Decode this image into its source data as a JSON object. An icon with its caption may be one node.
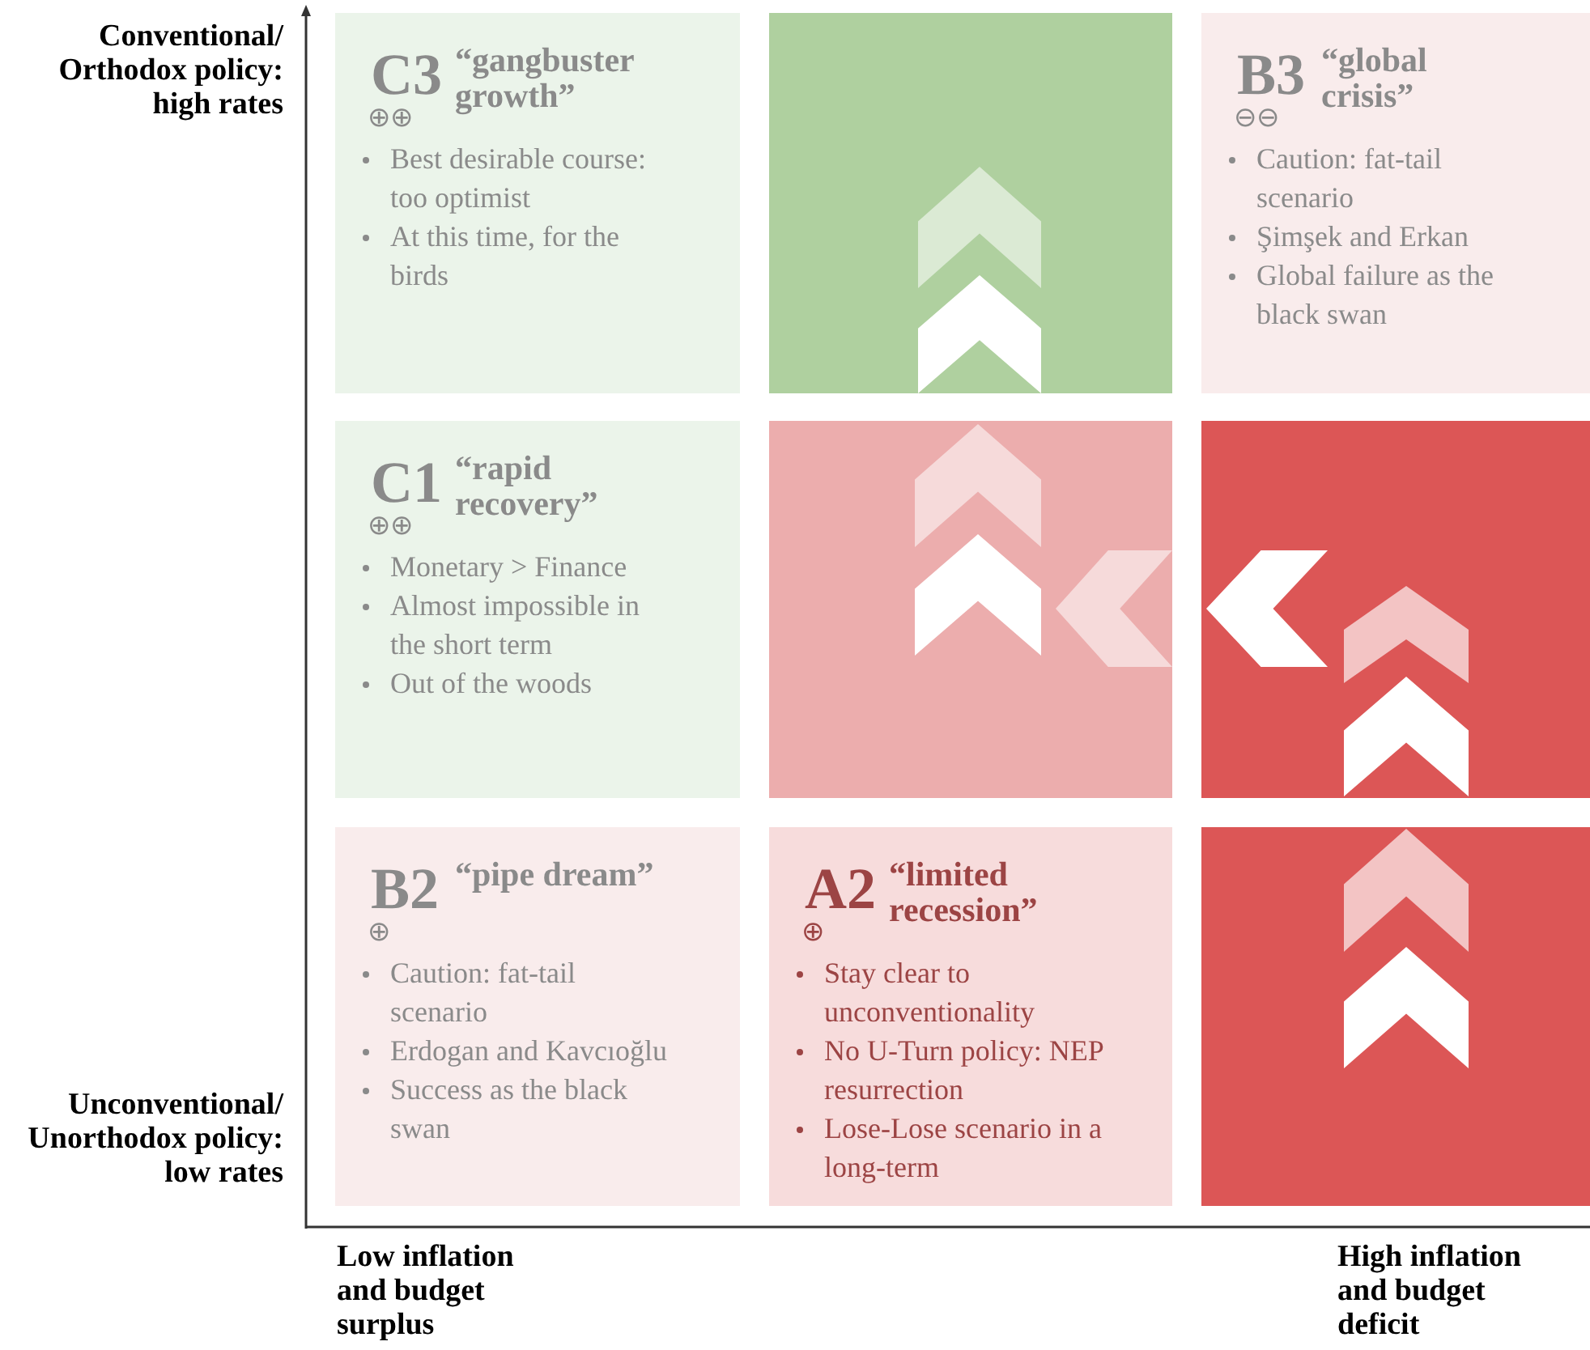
{
  "diagram": {
    "nodes": [
      {
        "text": [
          "C3",
          "“gangbuster growth”",
          "⊕⊕",
          "Best desirable course: too optimist",
          "At this time, for the birds"
        ]
      },
      {
        "text": [],
        "shape": "box"
      },
      {
        "text": [
          "B3",
          "“global crisis”",
          "⊖⊖",
          "Caution: fat-tail scenario",
          "Şimşek and Erkan",
          "Global failure as the black swan"
        ]
      },
      {
        "text": [
          "C1",
          "“rapid recovery”",
          "⊕⊕",
          "Monetary > Finance",
          "Almost impossible in the short term",
          "Out of the woods"
        ]
      },
      {
        "text": [],
        "shape": "box"
      },
      {
        "text": [],
        "shape": "box"
      },
      {
        "text": [
          "B2",
          "“pipe dream”",
          "⊕",
          "Caution: fat-tail scenario",
          "Erdogan and Kavcıoğlu",
          "Success as the black swan"
        ]
      },
      {
        "text": [
          "A2",
          "“limited recession”",
          "⊕",
          "Stay clear to unconventionality",
          "No U-Turn policy: NEP resurrection",
          "Lose-Lose scenario in a long-term"
        ]
      },
      {
        "text": [],
        "shape": "box"
      }
    ],
    "labels": [
      "Conventional/ Orthodox policy: high rates",
      "Unconventional/ Unorthodox policy: low rates",
      "Low inflation and budget surplus",
      "High inflation and budget deficit"
    ]
  }
}
